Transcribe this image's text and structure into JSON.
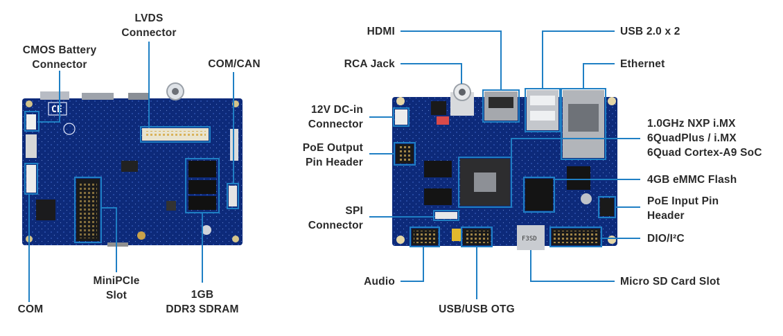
{
  "colors": {
    "leader": "#1f7fc4",
    "pcb": "#0d2a7a",
    "pcb_light": "#1a3f9a",
    "label": "#2a2a2a"
  },
  "bottom_board": {
    "labels": {
      "lvds": [
        "LVDS",
        "Connector"
      ],
      "cmos": [
        "CMOS Battery",
        "Connector"
      ],
      "comcan": [
        "COM/CAN"
      ],
      "minipcie": [
        "MiniPCIe",
        "Slot"
      ],
      "ddr": [
        "1GB",
        "DDR3 SDRAM"
      ],
      "com": [
        "COM"
      ]
    },
    "silkscreen": "CE"
  },
  "top_board": {
    "labels": {
      "hdmi": [
        "HDMI"
      ],
      "usb2": [
        "USB 2.0 x 2"
      ],
      "rca": [
        "RCA Jack"
      ],
      "ethernet": [
        "Ethernet"
      ],
      "dcin": [
        "12V DC-in",
        "Connector"
      ],
      "soc": [
        "1.0GHz NXP i.MX",
        "6QuadPlus / i.MX",
        "6Quad Cortex-A9 SoC"
      ],
      "poeout": [
        "PoE Output",
        "Pin Header"
      ],
      "emmc": [
        "4GB eMMC Flash"
      ],
      "spi": [
        "SPI",
        "Connector"
      ],
      "poein": [
        "PoE Input Pin",
        "Header"
      ],
      "dio": [
        "DIO/I²C"
      ],
      "audio": [
        "Audio"
      ],
      "microsd": [
        "Micro SD Card Slot"
      ],
      "usbotg": [
        "USB/USB OTG"
      ]
    },
    "silkscreen": "F3SD"
  }
}
